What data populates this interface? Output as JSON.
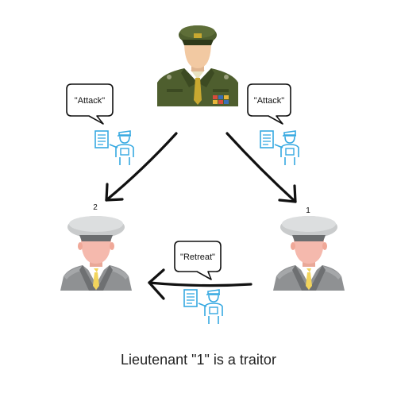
{
  "messages": {
    "left": "\"Attack\"",
    "right": "\"Attack\"",
    "bottom": "\"Retreat\""
  },
  "lieutenants": {
    "left_number": "2",
    "right_number": "1"
  },
  "caption": "Lieutenant \"1\" is a traitor",
  "colors": {
    "uniform": "#4e5e2e",
    "messenger": "#36a9e1",
    "lieutenant_cap": "#c9cbcc",
    "lieutenant_suit": "#8f9193",
    "face": "#f5b9ad"
  },
  "icons": [
    "commander-icon",
    "lieutenant-icon",
    "messenger-icon",
    "speech-bubble-icon",
    "arrow-icon"
  ]
}
